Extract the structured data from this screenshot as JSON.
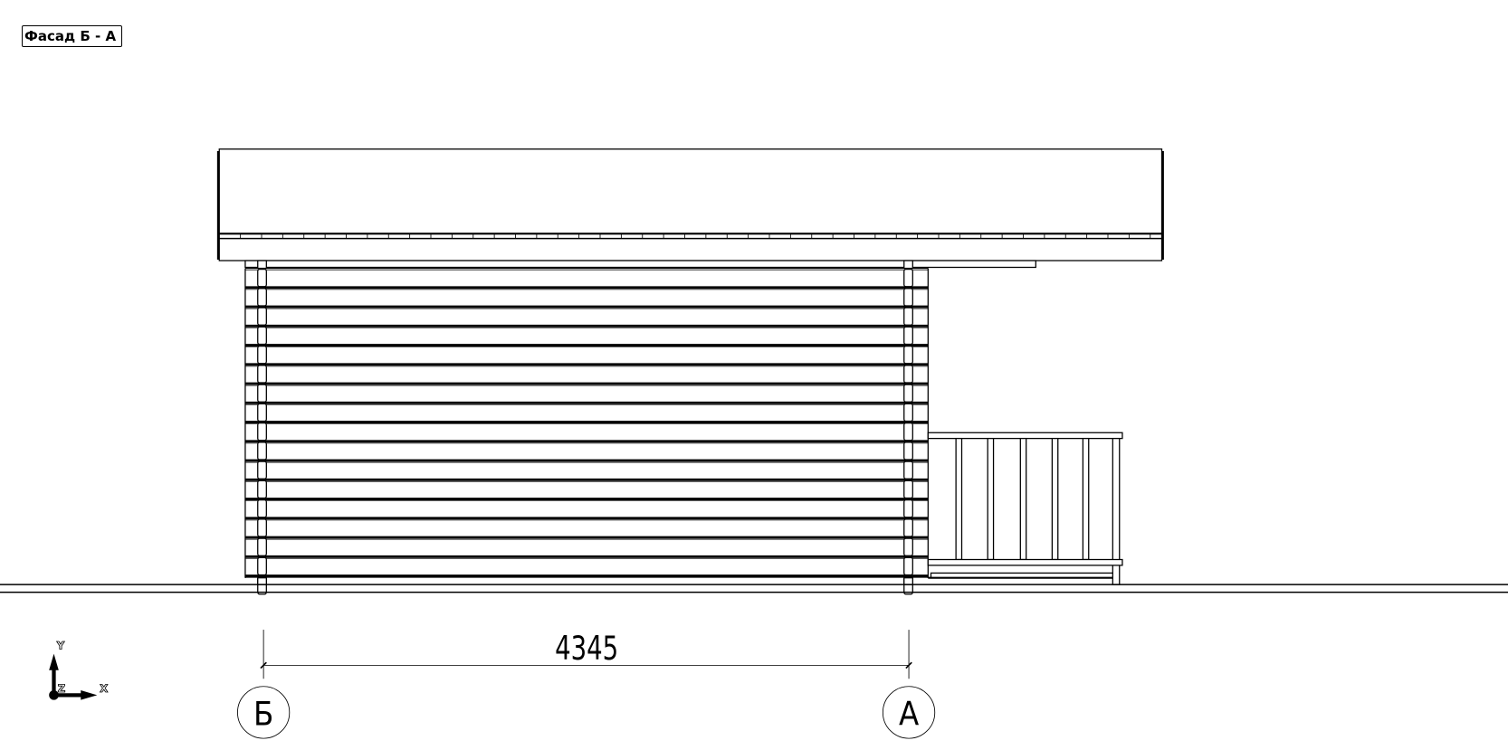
{
  "title": "Фасад Б - А",
  "dimension": {
    "value": "4345"
  },
  "axes": {
    "a": "Б",
    "b": "А"
  },
  "ucs": {
    "x": "X",
    "y": "Y",
    "z": "Z"
  },
  "colors": {
    "line": "#000000",
    "background": "#ffffff"
  }
}
